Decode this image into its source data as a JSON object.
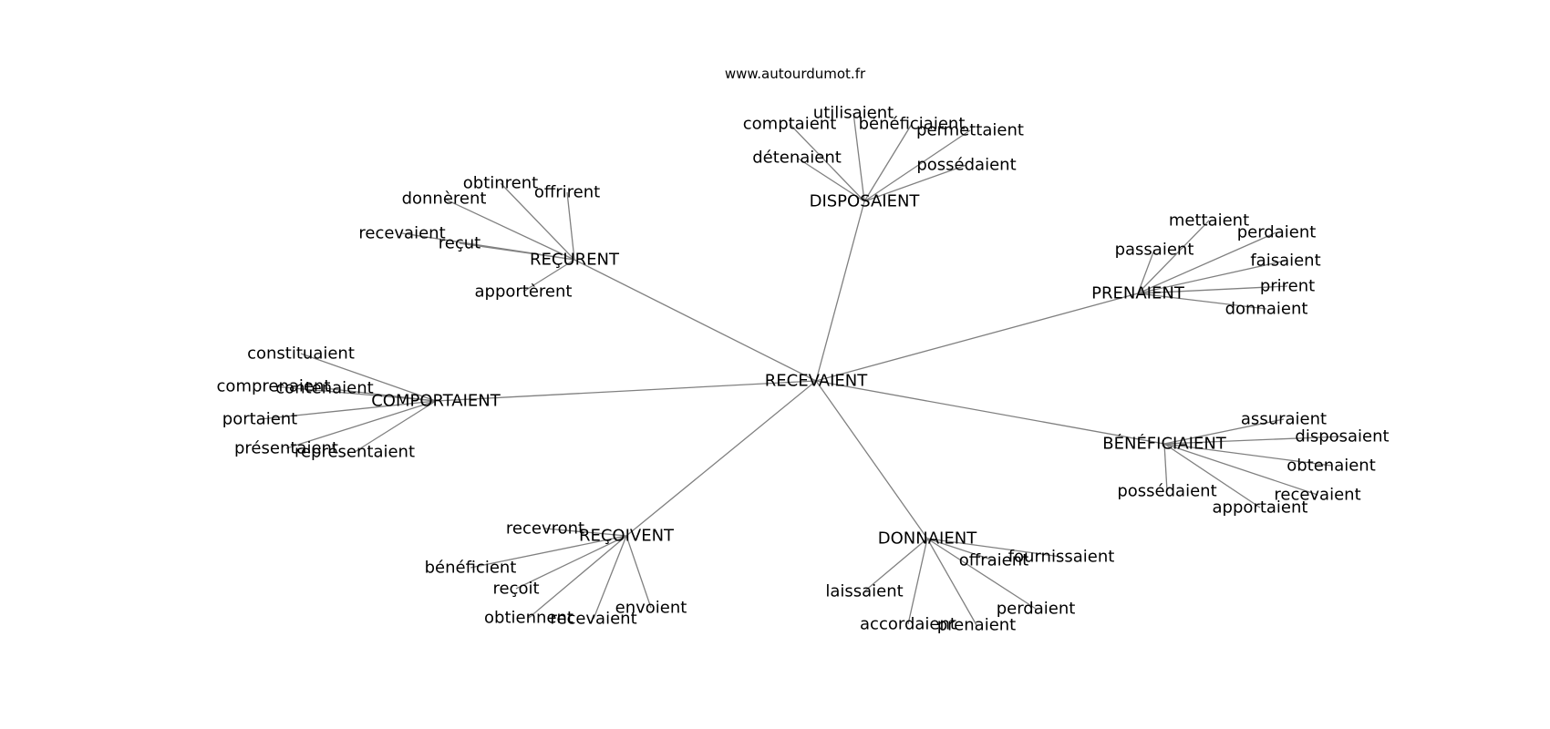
{
  "site": "www.autourdumot.fr",
  "graph": {
    "root": "RECEVAIENT",
    "groups": [
      {
        "hub": "DISPOSAIENT",
        "leaves": [
          "utilisaient",
          "comptaient",
          "bénéficiaient",
          "permettaient",
          "détenaient",
          "possédaient"
        ]
      },
      {
        "hub": "REÇURENT",
        "leaves": [
          "obtinrent",
          "offrirent",
          "donnèrent",
          "recevaient",
          "reçut",
          "apportèrent"
        ]
      },
      {
        "hub": "PRENAIENT",
        "leaves": [
          "mettaient",
          "passaient",
          "perdaient",
          "faisaient",
          "prirent",
          "donnaient"
        ]
      },
      {
        "hub": "COMPORTAIENT",
        "leaves": [
          "constituaient",
          "comprenaient",
          "contenaient",
          "portaient",
          "présentaient",
          "représentaient"
        ]
      },
      {
        "hub": "BÉNÉFICIAIENT",
        "leaves": [
          "assuraient",
          "disposaient",
          "obtenaient",
          "recevaient",
          "possédaient",
          "apportaient"
        ]
      },
      {
        "hub": "REÇOIVENT",
        "leaves": [
          "recevront",
          "bénéficient",
          "reçoit",
          "obtiennent",
          "recevaient",
          "envoient"
        ]
      },
      {
        "hub": "DONNAIENT",
        "leaves": [
          "fournissaient",
          "offraient",
          "laissaient",
          "perdaient",
          "accordaient",
          "prenaient"
        ]
      }
    ]
  }
}
